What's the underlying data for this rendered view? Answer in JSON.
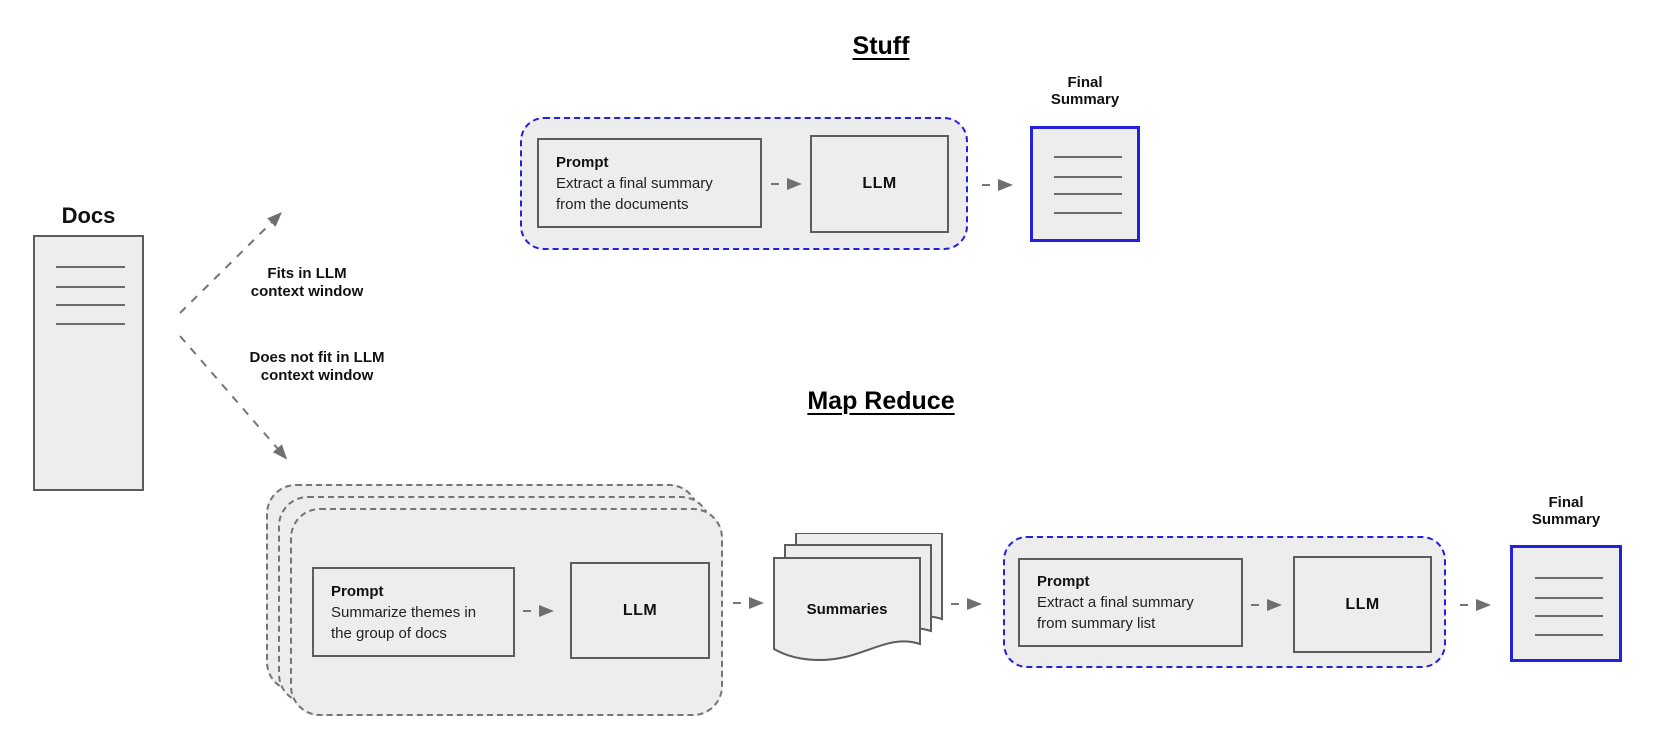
{
  "docs": {
    "label": "Docs"
  },
  "branch_labels": {
    "fits": "Fits in LLM\ncontext window",
    "does_not_fit": "Does not fit in LLM\ncontext window"
  },
  "stuff": {
    "title": "Stuff",
    "prompt_heading": "Prompt",
    "prompt_body": "Extract a final summary\nfrom the documents",
    "llm_label": "LLM",
    "final_summary_label": "Final\nSummary"
  },
  "map_reduce": {
    "title": "Map Reduce",
    "map_prompt_heading": "Prompt",
    "map_prompt_body": "Summarize themes in\nthe group of docs",
    "map_llm_label": "LLM",
    "summaries_label": "Summaries",
    "reduce_prompt_heading": "Prompt",
    "reduce_prompt_body": "Extract a final summary\nfrom summary list",
    "reduce_llm_label": "LLM",
    "final_summary_label": "Final\nSummary"
  },
  "colors": {
    "accent_blue": "#2222dd",
    "box_fill": "#ededed",
    "box_border": "#5c5c5c",
    "dashed_gray": "#757575",
    "arrow_gray": "#757575",
    "doc_line": "#6b6b6b"
  }
}
